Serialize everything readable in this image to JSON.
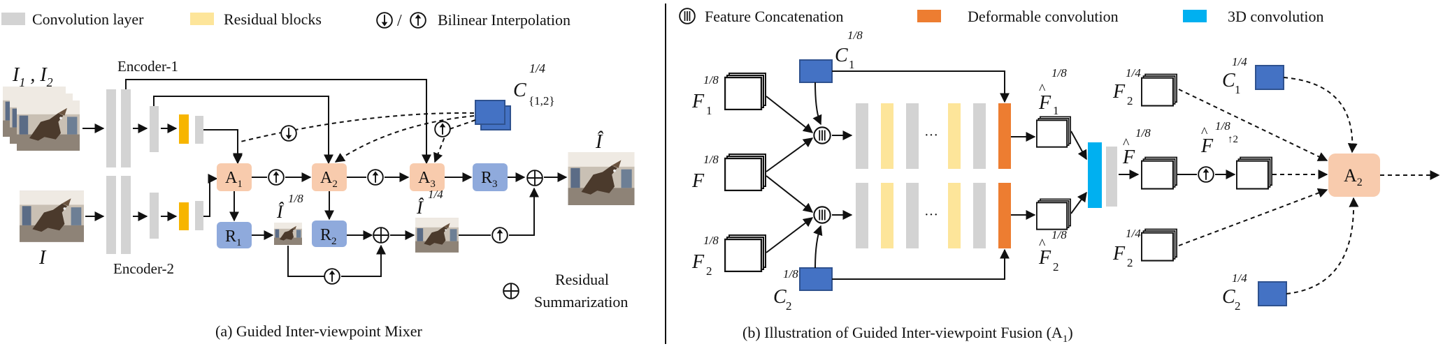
{
  "legend": {
    "conv_layer": "Convolution layer",
    "residual_blocks": "Residual blocks",
    "slash": "/",
    "bilinear": "Bilinear Interpolation",
    "feature_concat": "Feature Concatenation",
    "deformable": "Deformable convolution",
    "conv3d": "3D convolution",
    "residual_sum_line1": "Residual",
    "residual_sum_line2": "Summarization"
  },
  "colors": {
    "conv_gray": "#d3d3d3",
    "residual_yellow": "#fde59a",
    "residual_gold": "#f7b500",
    "deformable_orange": "#ed7d31",
    "conv3d_cyan": "#00b0f0",
    "guide_blue": "#4472c4",
    "a_block": "#f8cbad",
    "r_block": "#8faadc"
  },
  "mixer": {
    "encoder1": "Encoder-1",
    "encoder2": "Encoder-2",
    "input_top": "I",
    "input_top_sub1": "1",
    "input_top_sep": " , ",
    "input_top_sub2": "2",
    "input_bottom": "I",
    "guide_c": "C",
    "guide_frac": "1/4",
    "guide_sub": "{1,2}",
    "a1": "A",
    "a1_sub": "1",
    "a2": "A",
    "a2_sub": "2",
    "a3": "A",
    "a3_sub": "3",
    "r1": "R",
    "r1_sub": "1",
    "r2": "R",
    "r2_sub": "2",
    "r3": "R",
    "r3_sub": "3",
    "ihat": "Î",
    "frac_eighth": "1/8",
    "frac_quarter": "1/4",
    "output": "Î",
    "caption": "(a) Guided Inter-viewpoint Mixer"
  },
  "fusion": {
    "c1": "C",
    "c1_sub": "1",
    "c1_frac": "1/8",
    "c2": "C",
    "c2_sub": "2",
    "c2_frac": "1/8",
    "f1": "F",
    "f1_sub": "1",
    "f1_frac": "1/8",
    "f": "F",
    "f_frac": "1/8",
    "f2": "F",
    "f2_sub": "2",
    "f2_frac": "1/8",
    "dots": "···",
    "fh1": "F",
    "fh1_sub": "1",
    "fh1_frac": "1/8",
    "fh2": "F",
    "fh2_sub": "2",
    "fh2_frac": "1/8",
    "fh": "F",
    "fh_frac": "1/8",
    "fh_up": "F",
    "fh_up_frac": "1/8",
    "fh_up_suffix": "↑2",
    "f12": "F",
    "f12_sub": "2",
    "f12_frac": "1/4",
    "f22": "F",
    "f22_sub": "2",
    "f22_frac": "1/4",
    "c1q": "C",
    "c1q_sub": "1",
    "c1q_frac": "1/4",
    "c2q": "C",
    "c2q_sub": "2",
    "c2q_frac": "1/4",
    "a2": "A",
    "a2_sub": "2",
    "caption_prefix": "(b) Illustration of Guided Inter-viewpoint Fusion (A",
    "caption_sub": "1",
    "caption_suffix": ")"
  }
}
